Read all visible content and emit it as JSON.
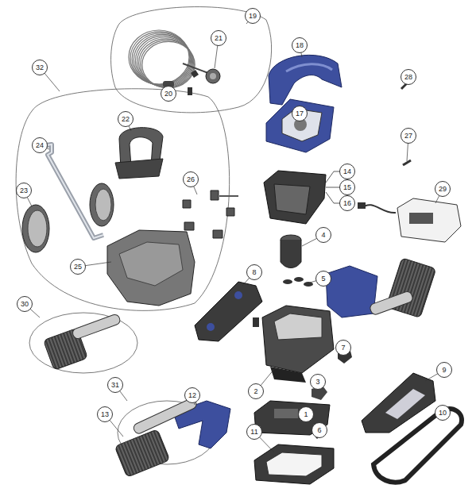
{
  "diagram": {
    "labels": [
      "19",
      "21",
      "18",
      "28",
      "32",
      "20",
      "17",
      "22",
      "27",
      "24",
      "14",
      "15",
      "16",
      "26",
      "23",
      "29",
      "4",
      "25",
      "8",
      "5",
      "30",
      "7",
      "9",
      "3",
      "31",
      "12",
      "10",
      "1",
      "13",
      "6",
      "11",
      "2"
    ]
  }
}
